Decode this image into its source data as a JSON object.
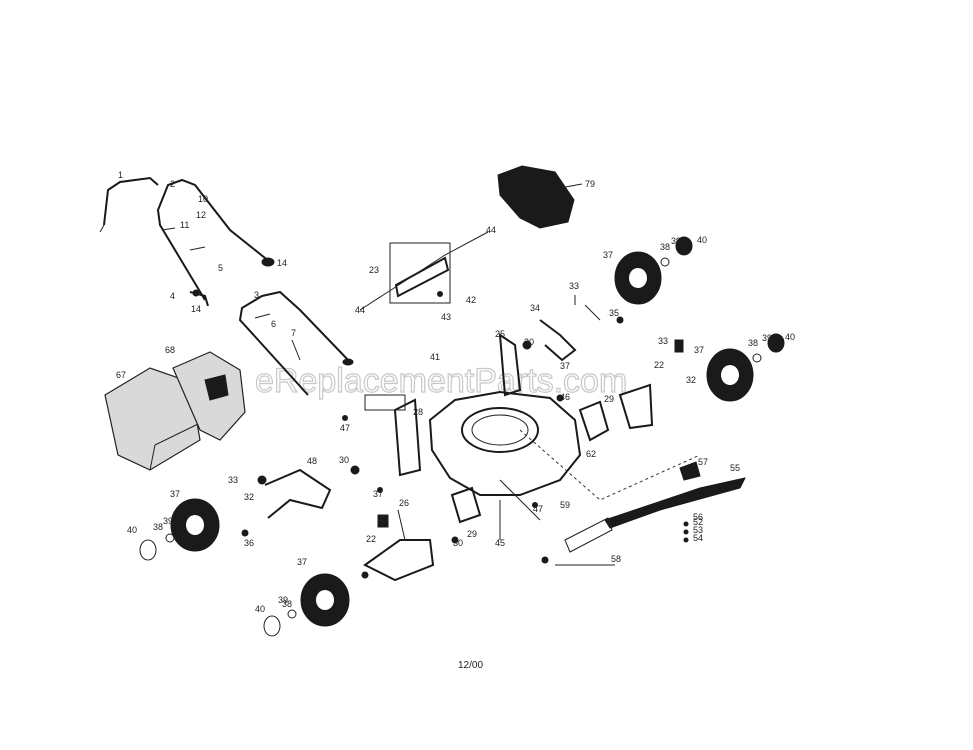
{
  "watermark": "eReplacementParts.com",
  "date_code": "12/00",
  "labels": {
    "l1": "1",
    "l2": "2",
    "l3": "3",
    "l4": "4",
    "l5": "5",
    "l6": "6",
    "l7": "7",
    "l10": "10",
    "l11": "11",
    "l12": "12",
    "l14a": "14",
    "l14b": "14",
    "l22a": "22",
    "l22b": "22",
    "l23": "23",
    "l25": "25",
    "l26": "26",
    "l28": "28",
    "l29a": "29",
    "l29b": "29",
    "l30a": "30",
    "l30b": "30",
    "l30c": "30",
    "l32a": "32",
    "l32b": "32",
    "l33a": "33",
    "l33b": "33",
    "l33c": "33",
    "l33d": "33",
    "l34": "34",
    "l35": "35",
    "l36": "36",
    "l37a": "37",
    "l37b": "37",
    "l37c": "37",
    "l37d": "37",
    "l37e": "37",
    "l37f": "37",
    "l38a": "38",
    "l38b": "38",
    "l38c": "38",
    "l38d": "38",
    "l39a": "39",
    "l39b": "39",
    "l39c": "39",
    "l39d": "39",
    "l40a": "40",
    "l40b": "40",
    "l40c": "40",
    "l40d": "40",
    "l41": "41",
    "l42": "42",
    "l43": "43",
    "l44a": "44",
    "l44b": "44",
    "l45": "45",
    "l46": "46",
    "l47a": "47",
    "l47b": "47",
    "l48": "48",
    "l52": "52",
    "l53": "53",
    "l54": "54",
    "l55": "55",
    "l56": "56",
    "l57": "57",
    "l58": "58",
    "l59": "59",
    "l62": "62",
    "l67": "67",
    "l68": "68",
    "l79": "79"
  }
}
